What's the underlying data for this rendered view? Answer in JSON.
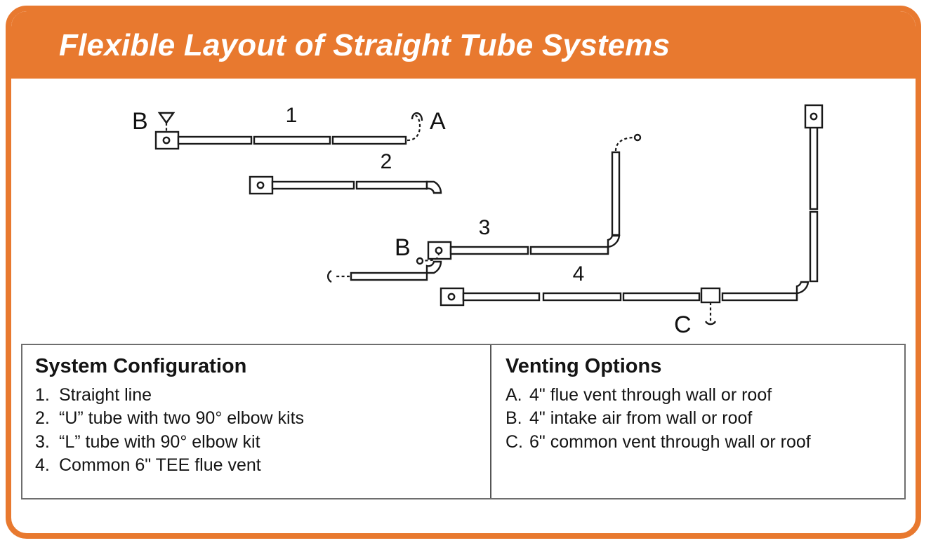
{
  "header": {
    "title": "Flexible Layout of Straight Tube Systems",
    "background_color": "#E8792F",
    "text_color": "#FFFFFF"
  },
  "card": {
    "border_color": "#E8792F",
    "background_color": "#FFFFFF"
  },
  "diagram": {
    "labels": {
      "config1_number": "1",
      "config2_number": "2",
      "config3_number": "3",
      "config4_number": "4",
      "vent_b_top": "B",
      "vent_a_top": "A",
      "vent_b_config3": "B",
      "vent_c_config4": "C"
    },
    "stroke_color": "#1a1a1a",
    "rows": [
      {
        "id": "config-1",
        "name": "straight-line-run",
        "description": "Straight line tube run with intake B at appliance and flue vent A at far end"
      },
      {
        "id": "config-2",
        "name": "u-tube-run",
        "description": "U tube with two 90 degree elbow kits"
      },
      {
        "id": "config-3",
        "name": "l-tube-run",
        "description": "L tube with 90 degree elbow kit rising to vertical tube"
      },
      {
        "id": "config-4",
        "name": "common-tee-run",
        "description": "Common 6 inch TEE flue vent with vertical riser to appliance"
      }
    ]
  },
  "legend": {
    "left": {
      "heading": "System Configuration",
      "items": [
        {
          "key": "1.",
          "text": "Straight line"
        },
        {
          "key": "2.",
          "text": "“U” tube with two 90° elbow kits"
        },
        {
          "key": "3.",
          "text": "“L” tube with 90° elbow kit"
        },
        {
          "key": "4.",
          "text": "Common 6\" TEE flue vent"
        }
      ]
    },
    "right": {
      "heading": "Venting Options",
      "items": [
        {
          "key": "A.",
          "text": "4\" flue vent through wall or roof"
        },
        {
          "key": "B.",
          "text": "4\" intake air from wall or roof"
        },
        {
          "key": "C.",
          "text": "6\" common vent through wall or roof"
        }
      ]
    }
  }
}
